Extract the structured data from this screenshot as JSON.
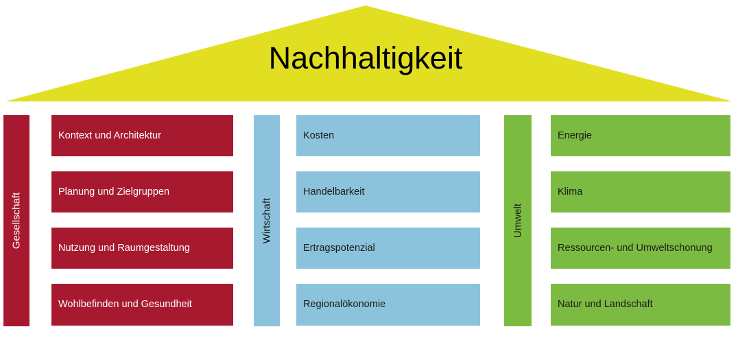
{
  "diagram": {
    "type": "house-of-sustainability",
    "roof": {
      "title": "Nachhaltigkeit",
      "color": "#E2DF22",
      "title_color": "#000000"
    },
    "pillars": [
      {
        "id": "society",
        "label": "Gesellschaft",
        "color": "#A6192E",
        "text_color": "#FFFFFF",
        "items": [
          "Kontext und Architektur",
          "Planung und Zielgruppen",
          "Nutzung und Raumgestaltung",
          "Wohlbefinden und Gesundheit"
        ]
      },
      {
        "id": "economy",
        "label": "Wirtschaft",
        "color": "#8CC3DC",
        "text_color": "#1A1A1A",
        "items": [
          "Kosten",
          "Handelbarkeit",
          "Ertragspotenzial",
          "Regionalökonomie"
        ]
      },
      {
        "id": "environment",
        "label": "Umwelt",
        "color": "#7CBB42",
        "text_color": "#1A1A1A",
        "items": [
          "Energie",
          "Klima",
          "Ressourcen- und Umweltschonung",
          "Natur und Landschaft"
        ]
      }
    ]
  }
}
